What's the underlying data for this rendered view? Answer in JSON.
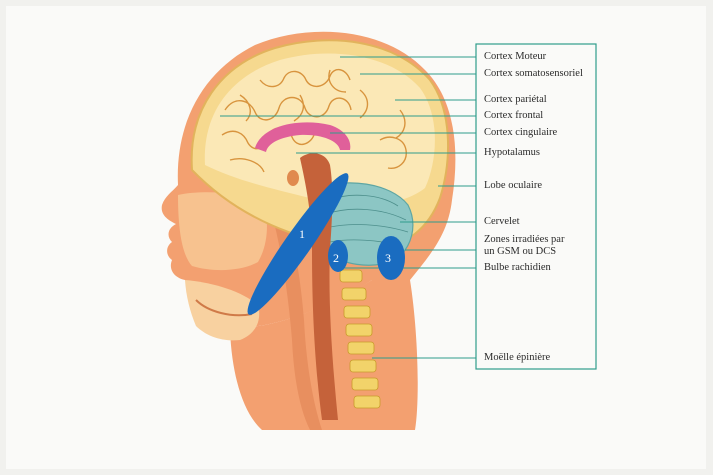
{
  "header_fragment": "",
  "labels": [
    {
      "id": "cortex-moteur",
      "text": "Cortex Moteur"
    },
    {
      "id": "cortex-somatosensoriel",
      "text": "Cortex somatosensoriel"
    },
    {
      "id": "cortex-parietal",
      "text": "Cortex pariétal"
    },
    {
      "id": "cortex-frontal",
      "text": "Cortex frontal"
    },
    {
      "id": "cortex-cingulaire",
      "text": "Cortex cingulaire"
    },
    {
      "id": "hypotalamus",
      "text": "Hypotalamus"
    },
    {
      "id": "lobe-oculaire",
      "text": "Lobe oculaire"
    },
    {
      "id": "cervelet",
      "text": "Cervelet"
    },
    {
      "id": "zones-irradiees-1",
      "text": "Zones irradiées par"
    },
    {
      "id": "zones-irradiees-2",
      "text": "un GSM ou DCS"
    },
    {
      "id": "bulbe-rachidien",
      "text": "Bulbe rachidien"
    },
    {
      "id": "moelle-epiniere",
      "text": "Moëlle épinière"
    }
  ],
  "zones": [
    {
      "id": "zone-1",
      "number": "1"
    },
    {
      "id": "zone-2",
      "number": "2"
    },
    {
      "id": "zone-3",
      "number": "3"
    }
  ],
  "colors": {
    "skin": "#f3a070",
    "brain_outer": "#f6d98f",
    "cerebellum": "#8cc6c4",
    "spine": "#c5623a",
    "vertebra": "#f2d36a",
    "zone": "#1a6cc0",
    "leader_line": "#2f9c8c",
    "cingulate": "#e0609a"
  }
}
